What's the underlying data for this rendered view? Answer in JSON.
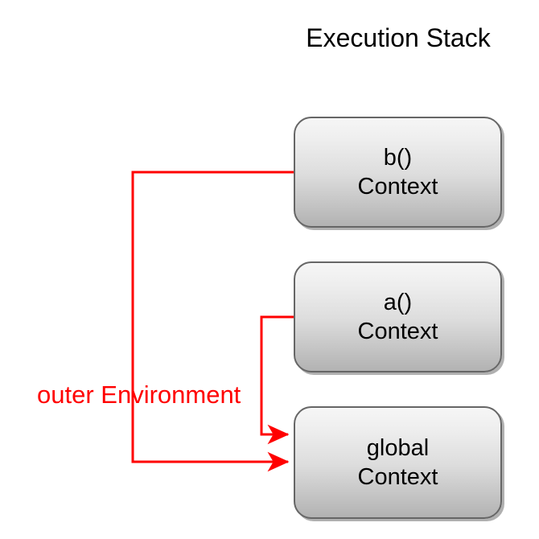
{
  "diagram": {
    "title": "Execution Stack",
    "accent_color": "#ff0000",
    "box_border_color": "#666666",
    "text_color": "#000000",
    "background": "#ffffff",
    "boxes": [
      {
        "id": "b",
        "line1": "b()",
        "line2": "Context"
      },
      {
        "id": "a",
        "line1": "a()",
        "line2": "Context"
      },
      {
        "id": "global",
        "line1": "global",
        "line2": "Context"
      }
    ],
    "connectors": [
      {
        "name": "b-to-global",
        "label": "outer Environment",
        "from": "b() Context",
        "to": "global Context",
        "color": "#ff0000"
      },
      {
        "name": "a-to-global",
        "label": "outer Environment",
        "from": "a() Context",
        "to": "global Context",
        "color": "#ff0000"
      }
    ],
    "outer_environment_label": "outer Environment"
  }
}
